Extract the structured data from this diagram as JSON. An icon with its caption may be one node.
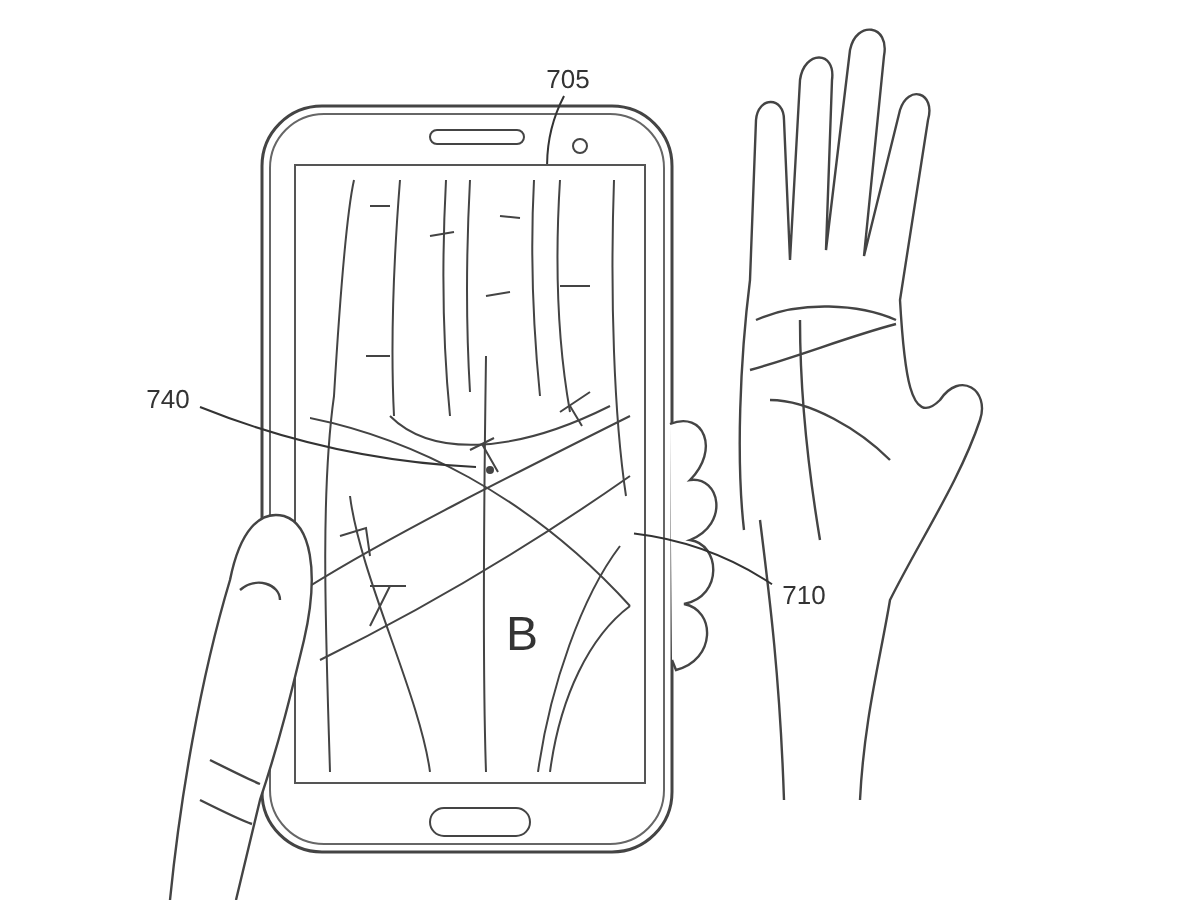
{
  "diagram": {
    "nodes": [
      {
        "text": [
          "705"
        ]
      },
      {
        "text": [
          "740"
        ]
      },
      {
        "text": [
          "710"
        ]
      },
      {
        "text": [],
        "shape": "picture"
      },
      {
        "text": [],
        "shape": "box",
        "in": 3
      },
      {
        "text": [],
        "shape": "picture",
        "in": 4
      },
      {
        "text": [],
        "shape": "circle",
        "in": 5
      }
    ],
    "edges": [
      {
        "from": 0,
        "to": 4,
        "arrow": "none"
      },
      {
        "from": 1,
        "to": 6,
        "arrow": "none"
      },
      {
        "from": 2,
        "to": 5,
        "arrow": "none"
      }
    ],
    "labels": [
      "B"
    ]
  }
}
